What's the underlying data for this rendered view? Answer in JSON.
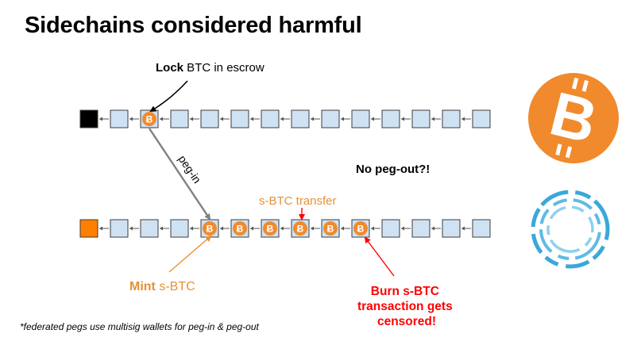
{
  "title": "Sidechains considered harmful",
  "labels": {
    "lock_bold": "Lock",
    "lock_rest": " BTC in escrow",
    "peg_in": "peg-in",
    "no_peg_out": "No peg-out?!",
    "sbtc_transfer": "s-BTC transfer",
    "mint_bold": "Mint",
    "mint_rest": " s-BTC",
    "burn_line1": "Burn s-BTC",
    "burn_line2": "transaction gets",
    "burn_line3": "censored!",
    "footnote": "*federated pegs use multisig wallets for peg-in & peg-out"
  },
  "icons": {
    "bitcoin_coin": "bitcoin-coin-icon",
    "bitcoin_logo": "bitcoin-logo-icon",
    "sidechain_logo": "dashed-circles-sidechain-logo-icon"
  },
  "colors": {
    "title": "#000000",
    "block_fill": "#cfe2f3",
    "block_stroke": "#3c3c3c",
    "main_genesis": "#000000",
    "side_genesis": "#ff8000",
    "bitcoin_orange": "#f18a2d",
    "accent_orange": "#e69138",
    "red": "#ff0000",
    "peg_arrow": "#808080",
    "sidechain_blue": "#3aa8d8"
  }
}
